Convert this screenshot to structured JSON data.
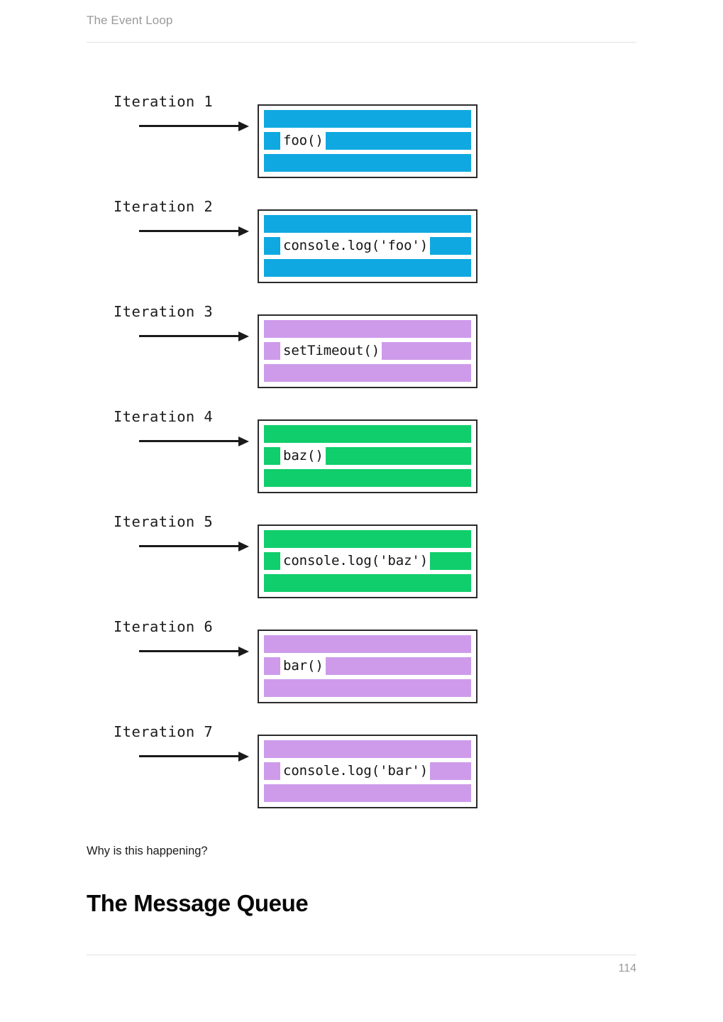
{
  "header": {
    "title": "The Event Loop"
  },
  "figure": {
    "rows": [
      {
        "label": "Iteration 1",
        "code": "foo()",
        "color": "#10A8E0"
      },
      {
        "label": "Iteration 2",
        "code": "console.log('foo')",
        "color": "#10A8E0"
      },
      {
        "label": "Iteration 3",
        "code": "setTimeout()",
        "color": "#CE9BEB"
      },
      {
        "label": "Iteration 4",
        "code": "baz()",
        "color": "#10CE6B"
      },
      {
        "label": "Iteration 5",
        "code": "console.log('baz')",
        "color": "#10CE6B"
      },
      {
        "label": "Iteration 6",
        "code": "bar()",
        "color": "#CE9BEB"
      },
      {
        "label": "Iteration 7",
        "code": "console.log('bar')",
        "color": "#CE9BEB"
      }
    ]
  },
  "body": {
    "paragraph": "Why is this happening?",
    "heading": "The Message Queue"
  },
  "footer": {
    "page_number": "114"
  },
  "colors": {
    "blue": "#10A8E0",
    "purple": "#CE9BEB",
    "green": "#10CE6B",
    "rule": "#e2e2e2",
    "muted_text": "#9a9a9a",
    "box_border": "#2b2b2b",
    "arrow": "#1a1a1a"
  }
}
